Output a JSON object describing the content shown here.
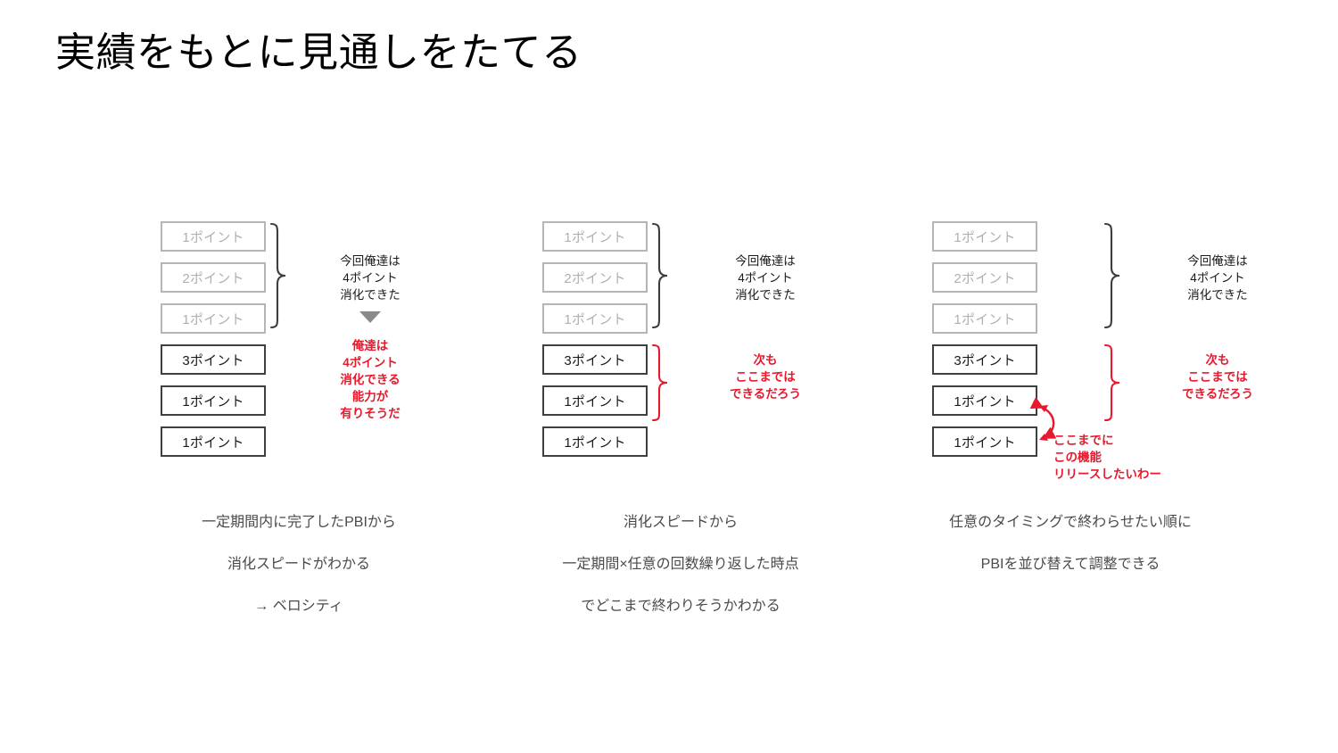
{
  "slide": {
    "title": "実績をもとに見通しをたてる",
    "background_color": "#ffffff",
    "accent_red": "#e8192c",
    "text_gray": "#4a4a4a",
    "muted_gray": "#b0b0b0"
  },
  "columns": [
    {
      "id": "column-1",
      "boxes": [
        {
          "label": "1ポイント",
          "state": "done"
        },
        {
          "label": "2ポイント",
          "state": "done"
        },
        {
          "label": "1ポイント",
          "state": "done"
        },
        {
          "label": "3ポイント",
          "state": "todo"
        },
        {
          "label": "1ポイント",
          "state": "todo"
        },
        {
          "label": "1ポイント",
          "state": "todo"
        }
      ],
      "brace_black": {
        "label": "done-brace",
        "spans": "rows 1-3"
      },
      "annotation_black": {
        "line1": "今回俺達は",
        "line2": "4ポイント",
        "line3": "消化できた"
      },
      "arrow_icon": "down-triangle-icon",
      "annotation_red": {
        "line1": "俺達は",
        "line2": "4ポイント",
        "line3": "消化できる",
        "line4": "能力が",
        "line5": "有りそうだ"
      },
      "caption": {
        "line1": "一定期間内に完了したPBIから",
        "line2": "消化スピードがわかる",
        "line3": "→ ベロシティ"
      }
    },
    {
      "id": "column-2",
      "boxes": [
        {
          "label": "1ポイント",
          "state": "done"
        },
        {
          "label": "2ポイント",
          "state": "done"
        },
        {
          "label": "1ポイント",
          "state": "done"
        },
        {
          "label": "3ポイント",
          "state": "todo"
        },
        {
          "label": "1ポイント",
          "state": "todo"
        },
        {
          "label": "1ポイント",
          "state": "todo"
        }
      ],
      "brace_black": {
        "label": "done-brace",
        "spans": "rows 1-3"
      },
      "brace_red": {
        "label": "forecast-brace",
        "spans": "rows 4-5"
      },
      "annotation_black": {
        "line1": "今回俺達は",
        "line2": "4ポイント",
        "line3": "消化できた"
      },
      "annotation_red": {
        "line1": "次も",
        "line2": "ここまでは",
        "line3": "できるだろう"
      },
      "caption": {
        "line1": "消化スピードから",
        "line2": "一定期間×任意の回数繰り返した時点",
        "line3": "でどこまで終わりそうかわかる"
      }
    },
    {
      "id": "column-3",
      "boxes": [
        {
          "label": "1ポイント",
          "state": "done"
        },
        {
          "label": "2ポイント",
          "state": "done"
        },
        {
          "label": "1ポイント",
          "state": "done"
        },
        {
          "label": "3ポイント",
          "state": "todo"
        },
        {
          "label": "1ポイント",
          "state": "todo"
        },
        {
          "label": "1ポイント",
          "state": "todo"
        }
      ],
      "brace_black": {
        "label": "done-brace",
        "spans": "rows 1-3"
      },
      "brace_red": {
        "label": "forecast-brace",
        "spans": "rows 4-5"
      },
      "annotation_black": {
        "line1": "今回俺達は",
        "line2": "4ポイント",
        "line3": "消化できた"
      },
      "annotation_red": {
        "line1": "次も",
        "line2": "ここまでは",
        "line3": "できるだろう"
      },
      "swap_arrow": {
        "icon": "double-curved-arrow-icon",
        "connects": "row 5 and row 6"
      },
      "annotation_red_swap": {
        "line1": "ここまでに",
        "line2": "この機能",
        "line3": "リリースしたいわー"
      },
      "caption": {
        "line1": "任意のタイミングで終わらせたい順に",
        "line2": "PBIを並び替えて調整できる"
      }
    }
  ]
}
